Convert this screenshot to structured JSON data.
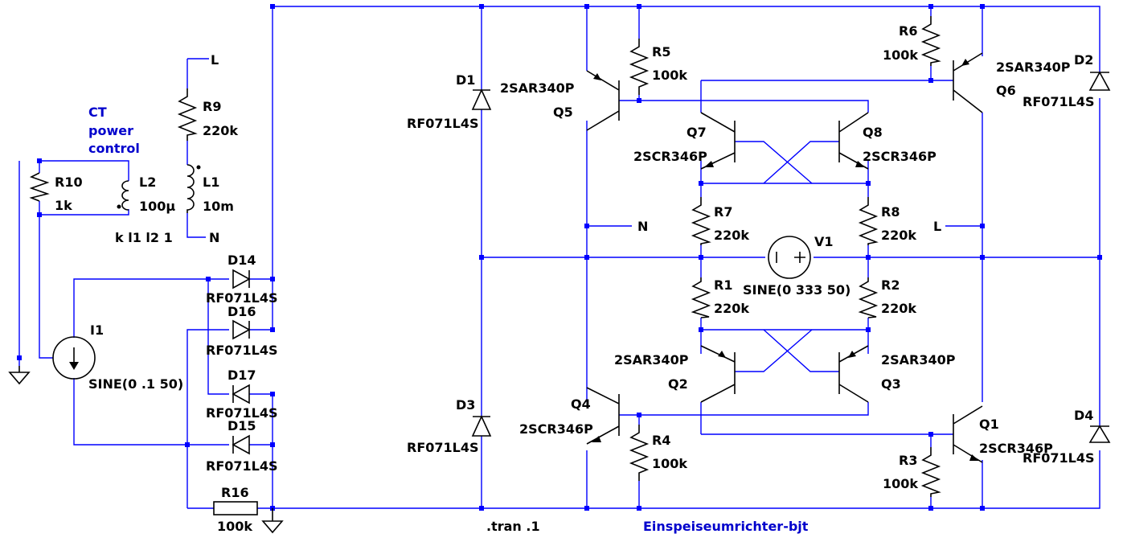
{
  "schematic": {
    "title": "Einspeiseumrichter-bjt",
    "directive": ".tran .1",
    "comment": [
      "CT",
      "power",
      "control"
    ],
    "coupling": "k l1 l2 1",
    "nets": {
      "L": "L",
      "N": "N"
    },
    "colors": {
      "wire": "#0000ff",
      "component": "#000000",
      "text": "#000000",
      "comment": "#0000cc"
    },
    "components": {
      "R1": {
        "ref": "R1",
        "value": "220k"
      },
      "R2": {
        "ref": "R2",
        "value": "220k"
      },
      "R3": {
        "ref": "R3",
        "value": "100k"
      },
      "R4": {
        "ref": "R4",
        "value": "100k"
      },
      "R5": {
        "ref": "R5",
        "value": "100k"
      },
      "R6": {
        "ref": "R6",
        "value": "100k"
      },
      "R7": {
        "ref": "R7",
        "value": "220k"
      },
      "R8": {
        "ref": "R8",
        "value": "220k"
      },
      "R9": {
        "ref": "R9",
        "value": "220k"
      },
      "R10": {
        "ref": "R10",
        "value": "1k"
      },
      "R16": {
        "ref": "R16",
        "value": "100k"
      },
      "L1": {
        "ref": "L1",
        "value": "10m"
      },
      "L2": {
        "ref": "L2",
        "value": "100µ"
      },
      "D1": {
        "ref": "D1",
        "value": "RF071L4S"
      },
      "D2": {
        "ref": "D2",
        "value": "RF071L4S"
      },
      "D3": {
        "ref": "D3",
        "value": "RF071L4S"
      },
      "D4": {
        "ref": "D4",
        "value": "RF071L4S"
      },
      "D14": {
        "ref": "D14",
        "value": "RF071L4S"
      },
      "D15": {
        "ref": "D15",
        "value": "RF071L4S"
      },
      "D16": {
        "ref": "D16",
        "value": "RF071L4S"
      },
      "D17": {
        "ref": "D17",
        "value": "RF071L4S"
      },
      "Q1": {
        "ref": "Q1",
        "value": "2SCR346P"
      },
      "Q2": {
        "ref": "Q2",
        "value": "2SAR340P"
      },
      "Q3": {
        "ref": "Q3",
        "value": "2SAR340P"
      },
      "Q4": {
        "ref": "Q4",
        "value": "2SCR346P"
      },
      "Q5": {
        "ref": "Q5",
        "value": "2SAR340P"
      },
      "Q6": {
        "ref": "Q6",
        "value": "2SAR340P"
      },
      "Q7": {
        "ref": "Q7",
        "value": "2SCR346P"
      },
      "Q8": {
        "ref": "Q8",
        "value": "2SCR346P"
      },
      "V1": {
        "ref": "V1",
        "value": "SINE(0 333 50)"
      },
      "I1": {
        "ref": "I1",
        "value": "SINE(0 .1 50)"
      }
    }
  }
}
